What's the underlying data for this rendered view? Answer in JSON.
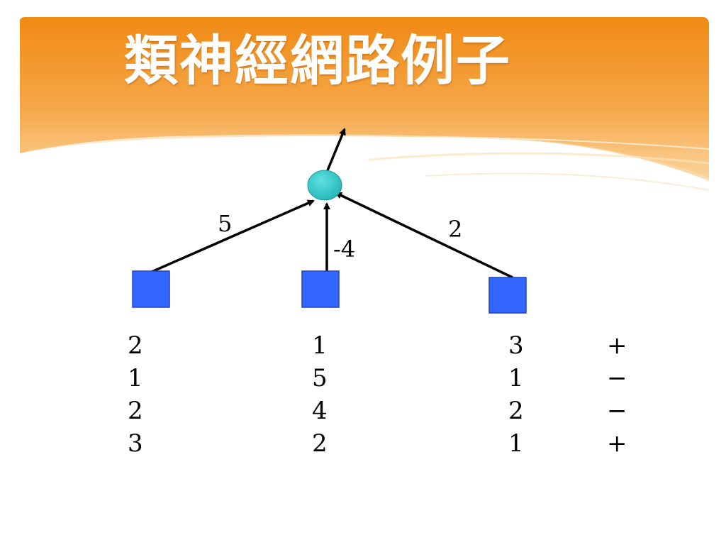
{
  "slide": {
    "title": "類神經網路例子"
  },
  "network": {
    "weights": {
      "left": "5",
      "middle": "-4",
      "right": "2"
    }
  },
  "table": {
    "rows": [
      [
        "2",
        "1",
        "3",
        "+"
      ],
      [
        "1",
        "5",
        "1",
        "−"
      ],
      [
        "2",
        "4",
        "2",
        "−"
      ],
      [
        "3",
        "2",
        "1",
        "+"
      ]
    ]
  },
  "colors": {
    "banner_orange": "#f08c1a",
    "neuron_fill": "#33cccc",
    "input_fill": "#3366ff",
    "edge": "#000000"
  }
}
